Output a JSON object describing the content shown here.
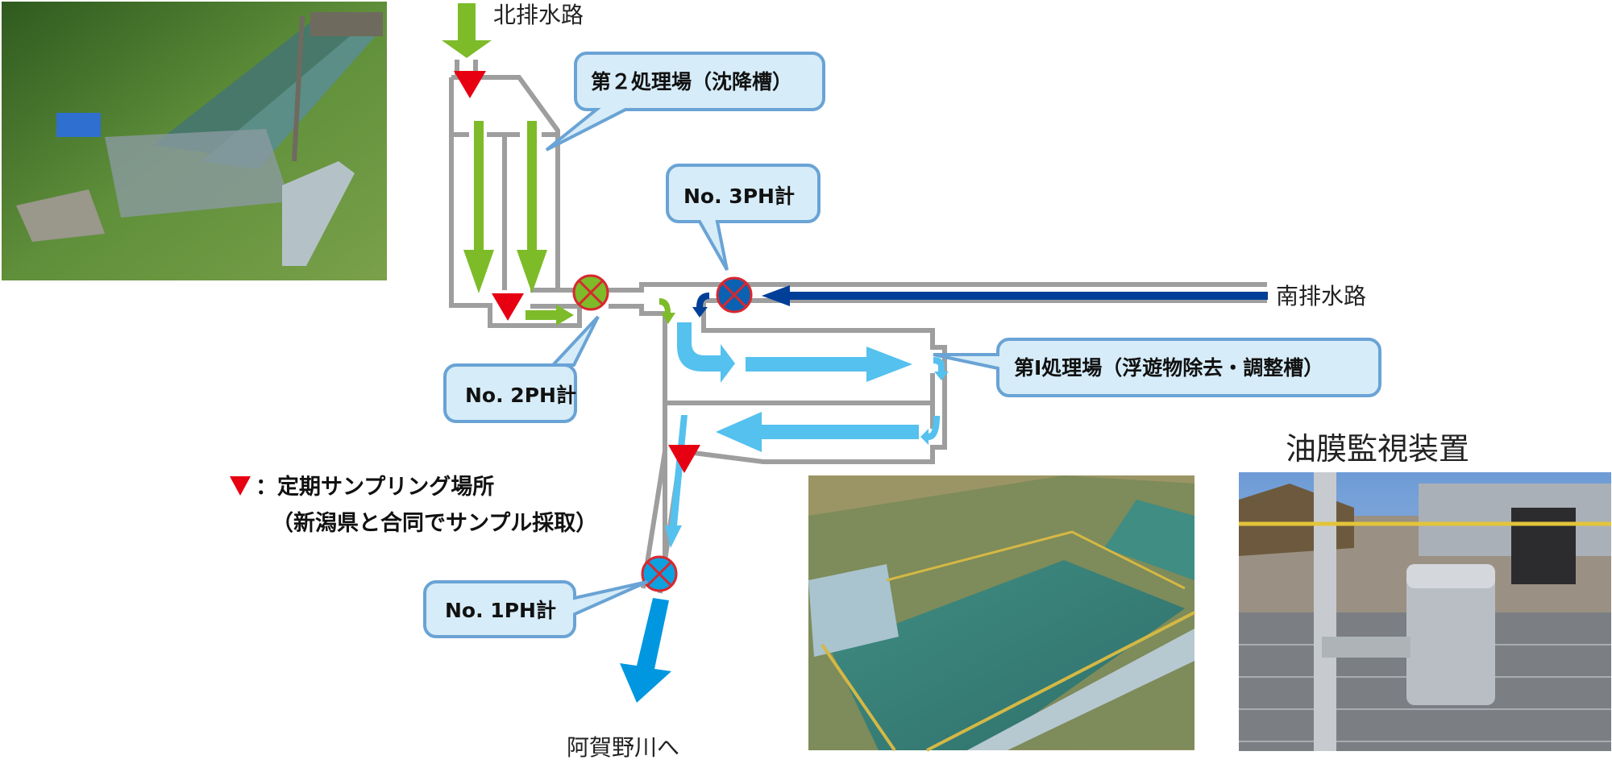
{
  "title": "排水処理フロー図",
  "labels": {
    "north_channel": "北排水路",
    "south_channel": "南排水路",
    "outflow": "阿賀野川へ",
    "oil_monitor": "油膜監視装置"
  },
  "callouts": {
    "plant2": "第２処理場（沈降槽）",
    "plant1": "第Ⅰ処理場（浮遊物除去・調整槽）",
    "ph3": "No. 3PH計",
    "ph2": "No. 2PH計",
    "ph1": "No. 1PH計"
  },
  "legend": {
    "symbol": "sampling-point-triangle",
    "line1": "：定期サンプリング場所",
    "line2": "（新潟県と合同でサンプル採取）"
  },
  "photos": [
    {
      "name": "plant2-photo",
      "description": "第2処理場（沈降槽）の写真"
    },
    {
      "name": "plant1-photo",
      "description": "第1処理場の写真"
    },
    {
      "name": "oil-monitor-photo",
      "description": "油膜監視装置の写真"
    }
  ],
  "colors": {
    "wall": "#9e9e9e",
    "north_flow": "#7dbb29",
    "south_flow": "#003f98",
    "treated_flow": "#55c1ee",
    "outflow": "#0097e0",
    "sampling": "#e60012",
    "bubble_fill": "#d6ecf8",
    "bubble_stroke": "#6aa3d5",
    "meter_ring": "#d7282f"
  }
}
